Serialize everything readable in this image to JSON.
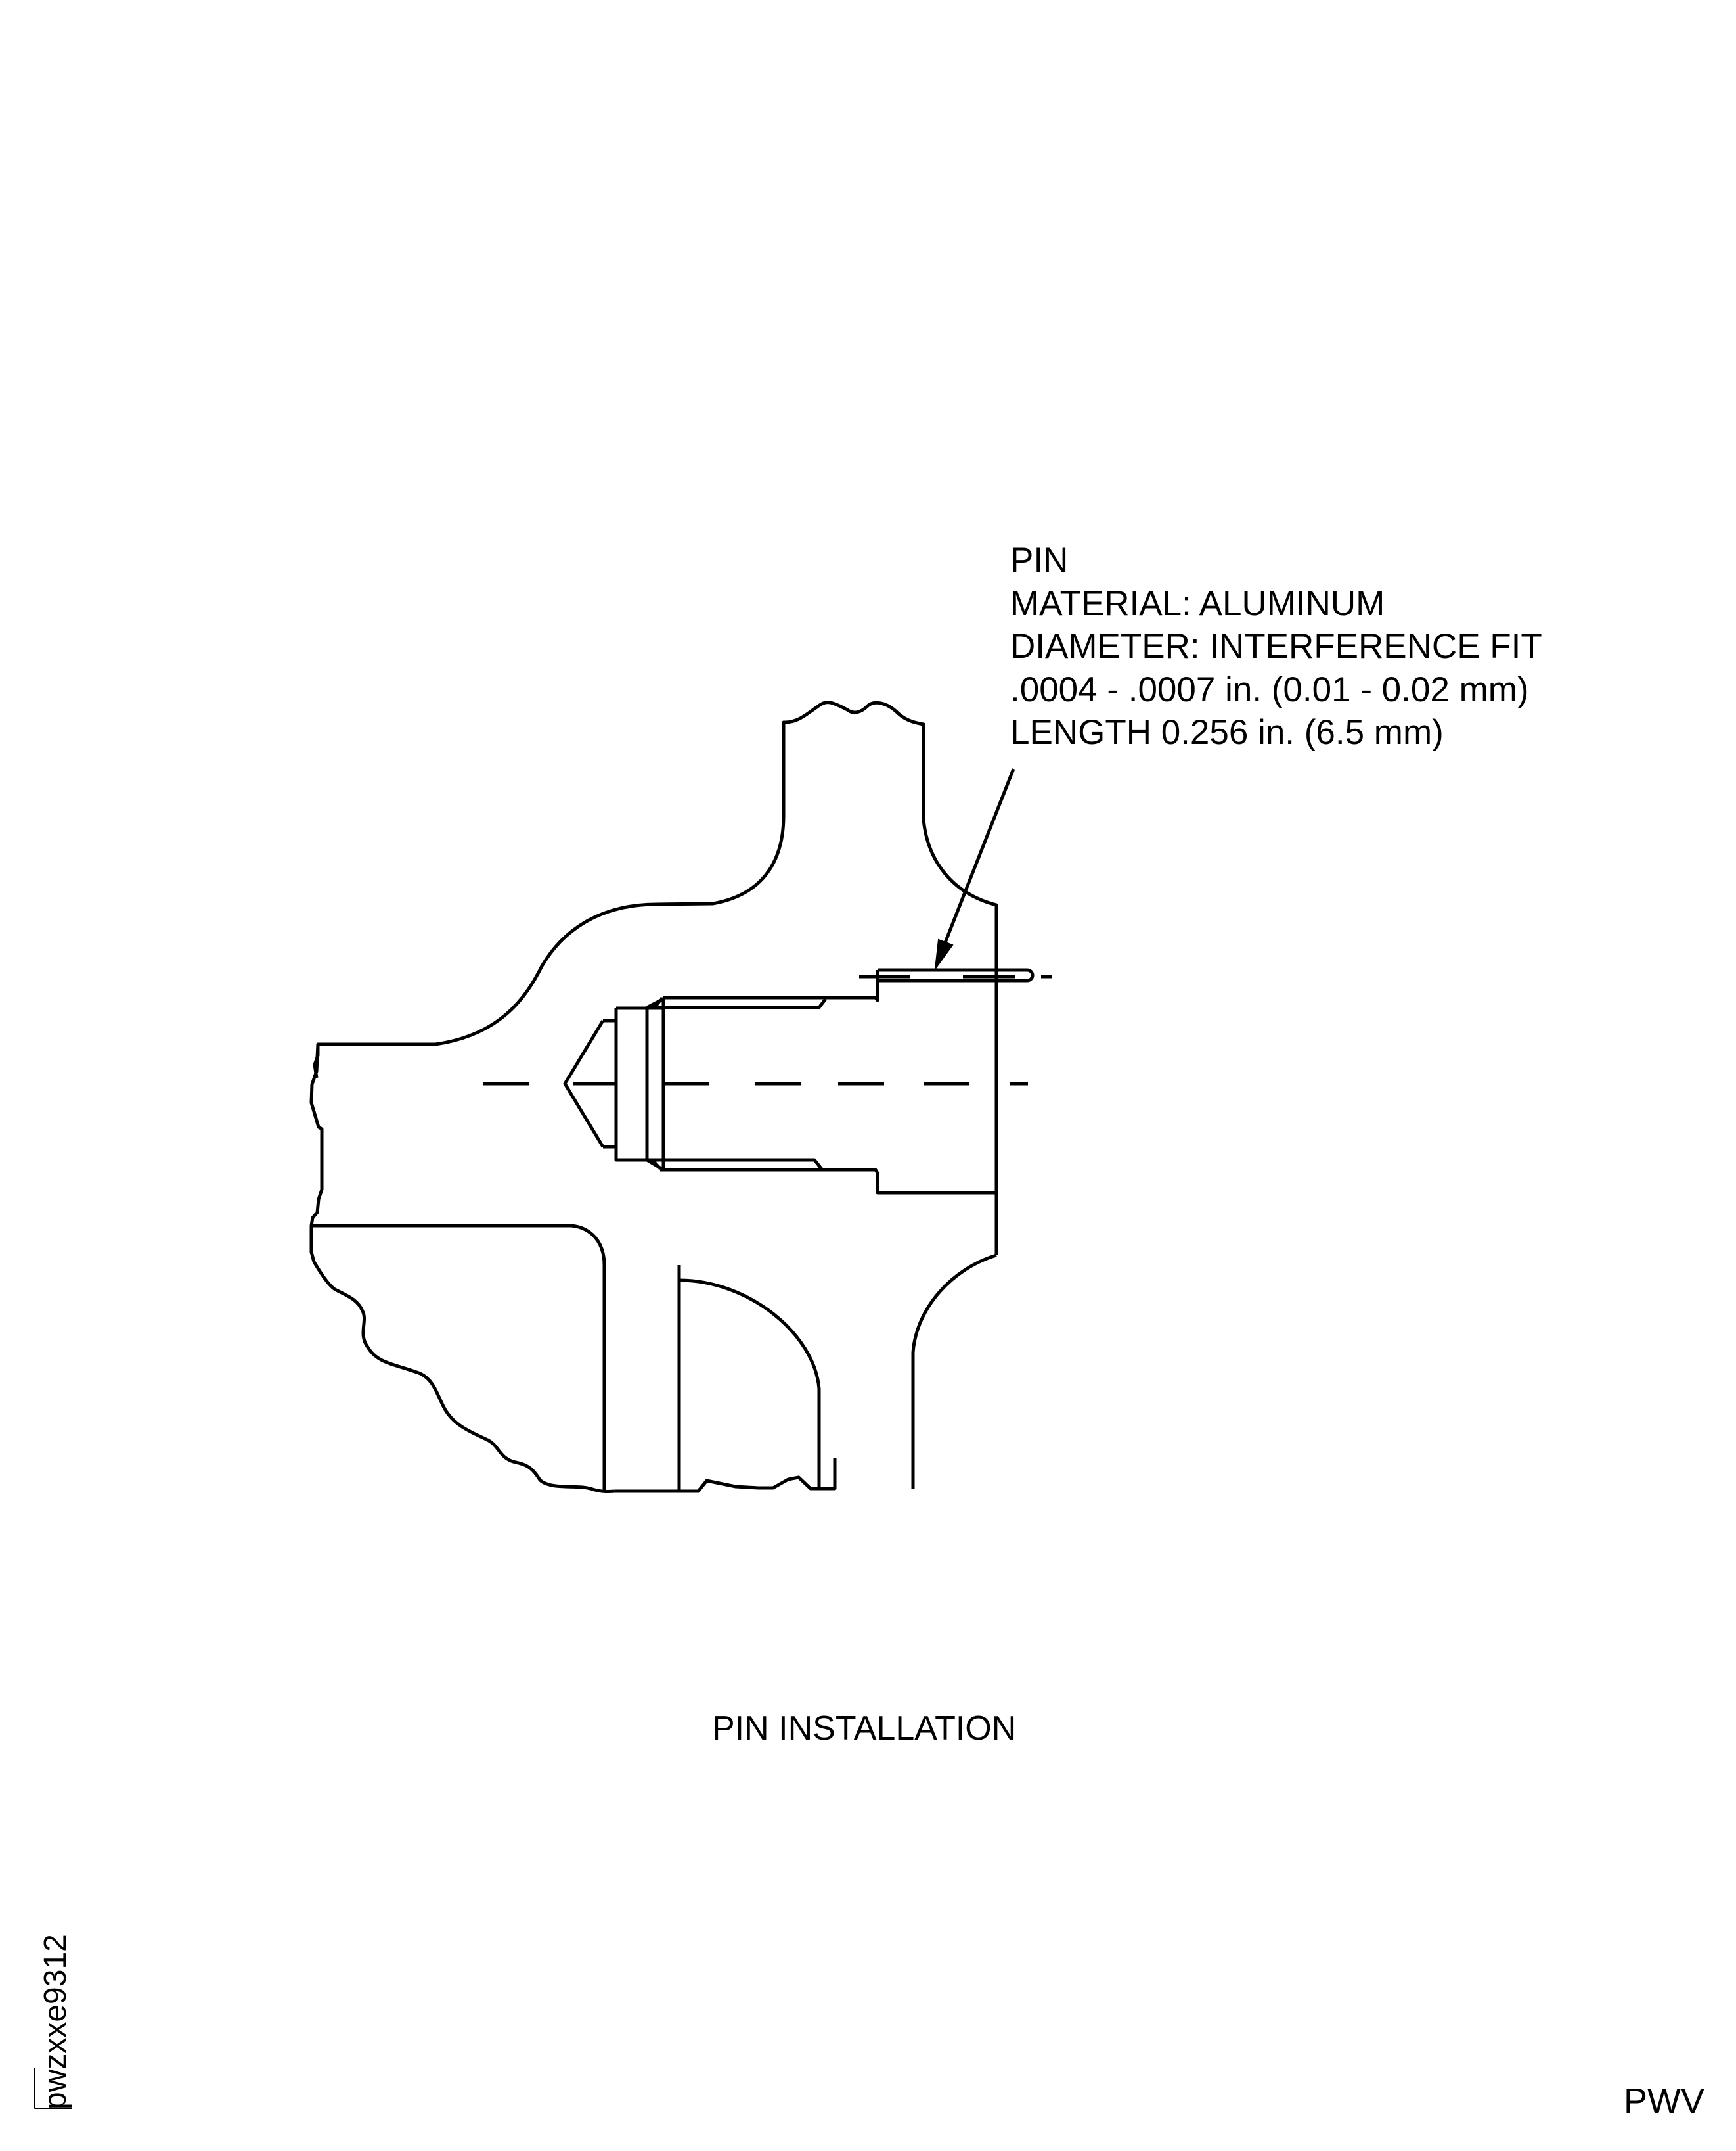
{
  "figure": {
    "title": "PIN INSTALLATION",
    "figure_id": "pwzxxe9312",
    "corner_code": "PWV"
  },
  "callout": {
    "target": "pin",
    "lines": [
      "PIN",
      "MATERIAL: ALUMINUM",
      "DIAMETER: INTERFERENCE FIT",
      ".0004 - .0007 in. (0.01 - 0.02 mm)",
      "LENGTH 0.256 in. (6.5 mm)"
    ]
  },
  "colors": {
    "line": "#000000",
    "background": "#ffffff"
  }
}
